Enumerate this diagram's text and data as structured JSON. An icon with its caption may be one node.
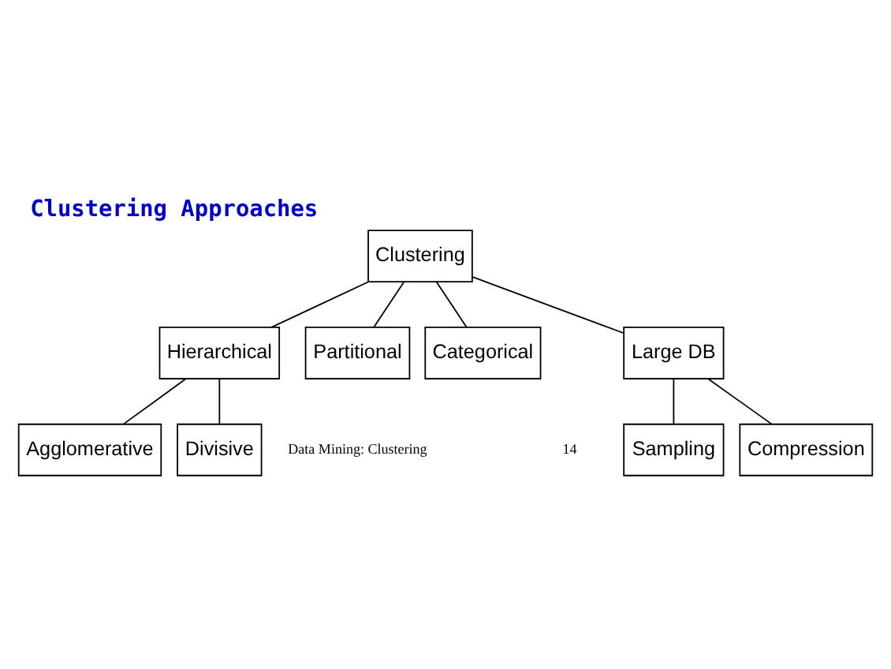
{
  "diagram": {
    "title": "Clustering Approaches",
    "nodes": [
      {
        "text": [
          "Clustering"
        ]
      },
      {
        "text": [
          "Hierarchical"
        ]
      },
      {
        "text": [
          "Partitional"
        ]
      },
      {
        "text": [
          "Categorical"
        ]
      },
      {
        "text": [
          "Large DB"
        ]
      },
      {
        "text": [
          "Agglomerative"
        ]
      },
      {
        "text": [
          "Divisive"
        ]
      },
      {
        "text": [
          "Sampling"
        ]
      },
      {
        "text": [
          "Compression"
        ]
      }
    ],
    "edges": [
      {
        "from": 0,
        "to": 1,
        "arrow": "none"
      },
      {
        "from": 0,
        "to": 2,
        "arrow": "none"
      },
      {
        "from": 0,
        "to": 3,
        "arrow": "none"
      },
      {
        "from": 0,
        "to": 4,
        "arrow": "none"
      },
      {
        "from": 1,
        "to": 5,
        "arrow": "none"
      },
      {
        "from": 1,
        "to": 6,
        "arrow": "none"
      },
      {
        "from": 4,
        "to": 7,
        "arrow": "none"
      },
      {
        "from": 4,
        "to": 8,
        "arrow": "none"
      }
    ],
    "labels": [
      "Data Mining: Clustering",
      "14"
    ]
  }
}
